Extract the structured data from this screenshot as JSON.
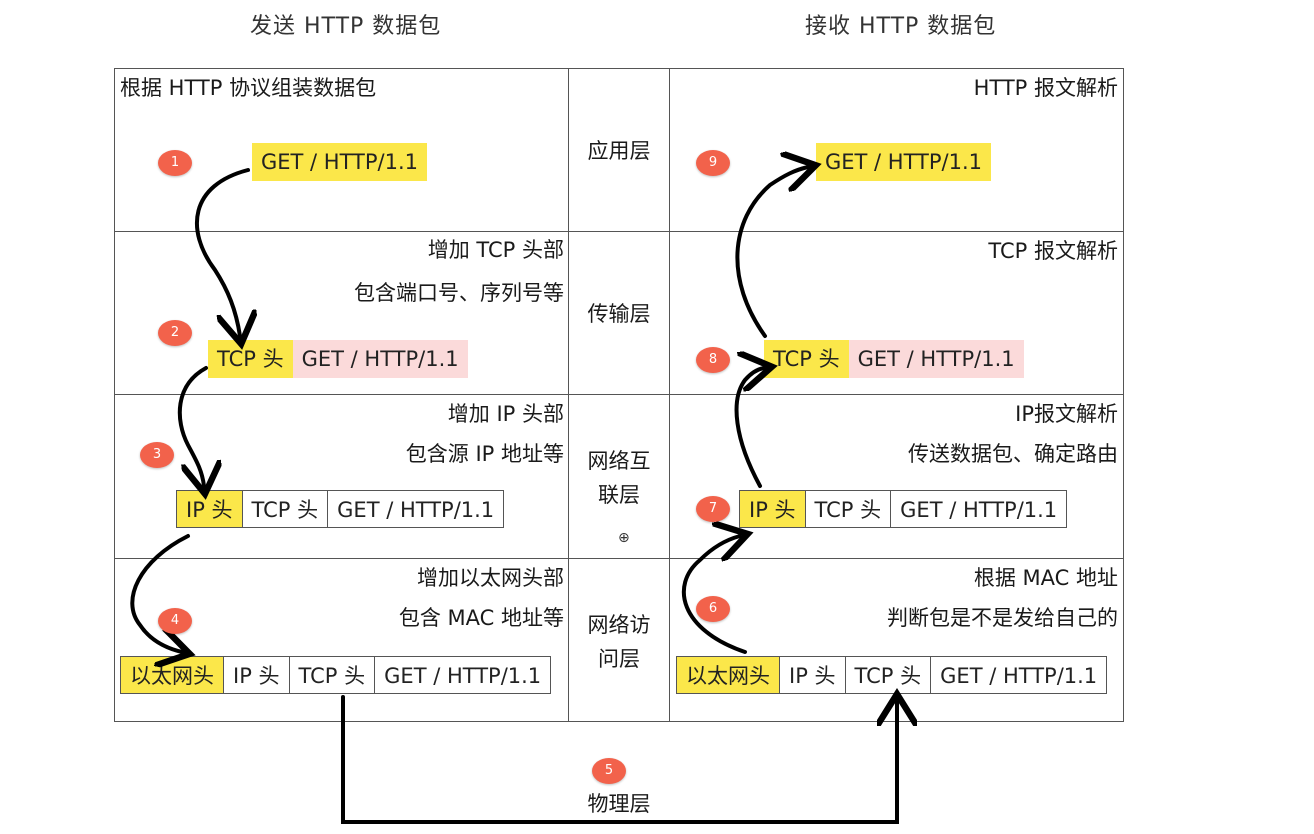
{
  "headers": {
    "send": "发送 HTTP 数据包",
    "receive": "接收 HTTP 数据包"
  },
  "layers": {
    "application": "应用层",
    "transport": "传输层",
    "internet_1": "网络互",
    "internet_2": "联层",
    "link_1": "网络访",
    "link_2": "问层",
    "physical": "物理层"
  },
  "send": {
    "app_note": "根据 HTTP 协议组装数据包",
    "transport_note_1": "增加 TCP 头部",
    "transport_note_2": "包含端口号、序列号等",
    "internet_note_1": "增加 IP 头部",
    "internet_note_2": "包含源 IP 地址等",
    "link_note_1": "增加以太网头部",
    "link_note_2": "包含 MAC 地址等"
  },
  "receive": {
    "app_note": "HTTP 报文解析",
    "transport_note": "TCP 报文解析",
    "internet_note_1": "IP报文解析",
    "internet_note_2": "传送数据包、确定路由",
    "link_note_1": "根据 MAC 地址",
    "link_note_2": "判断包是不是发给自己的"
  },
  "packet": {
    "http": "GET / HTTP/1.1",
    "tcp": "TCP 头",
    "ip": "IP 头",
    "eth": "以太网头"
  },
  "steps": [
    "1",
    "2",
    "3",
    "4",
    "5",
    "6",
    "7",
    "8",
    "9"
  ],
  "colors": {
    "highlight": "#fbe74a",
    "payload": "#fbdada",
    "badge": "#f2624b"
  }
}
